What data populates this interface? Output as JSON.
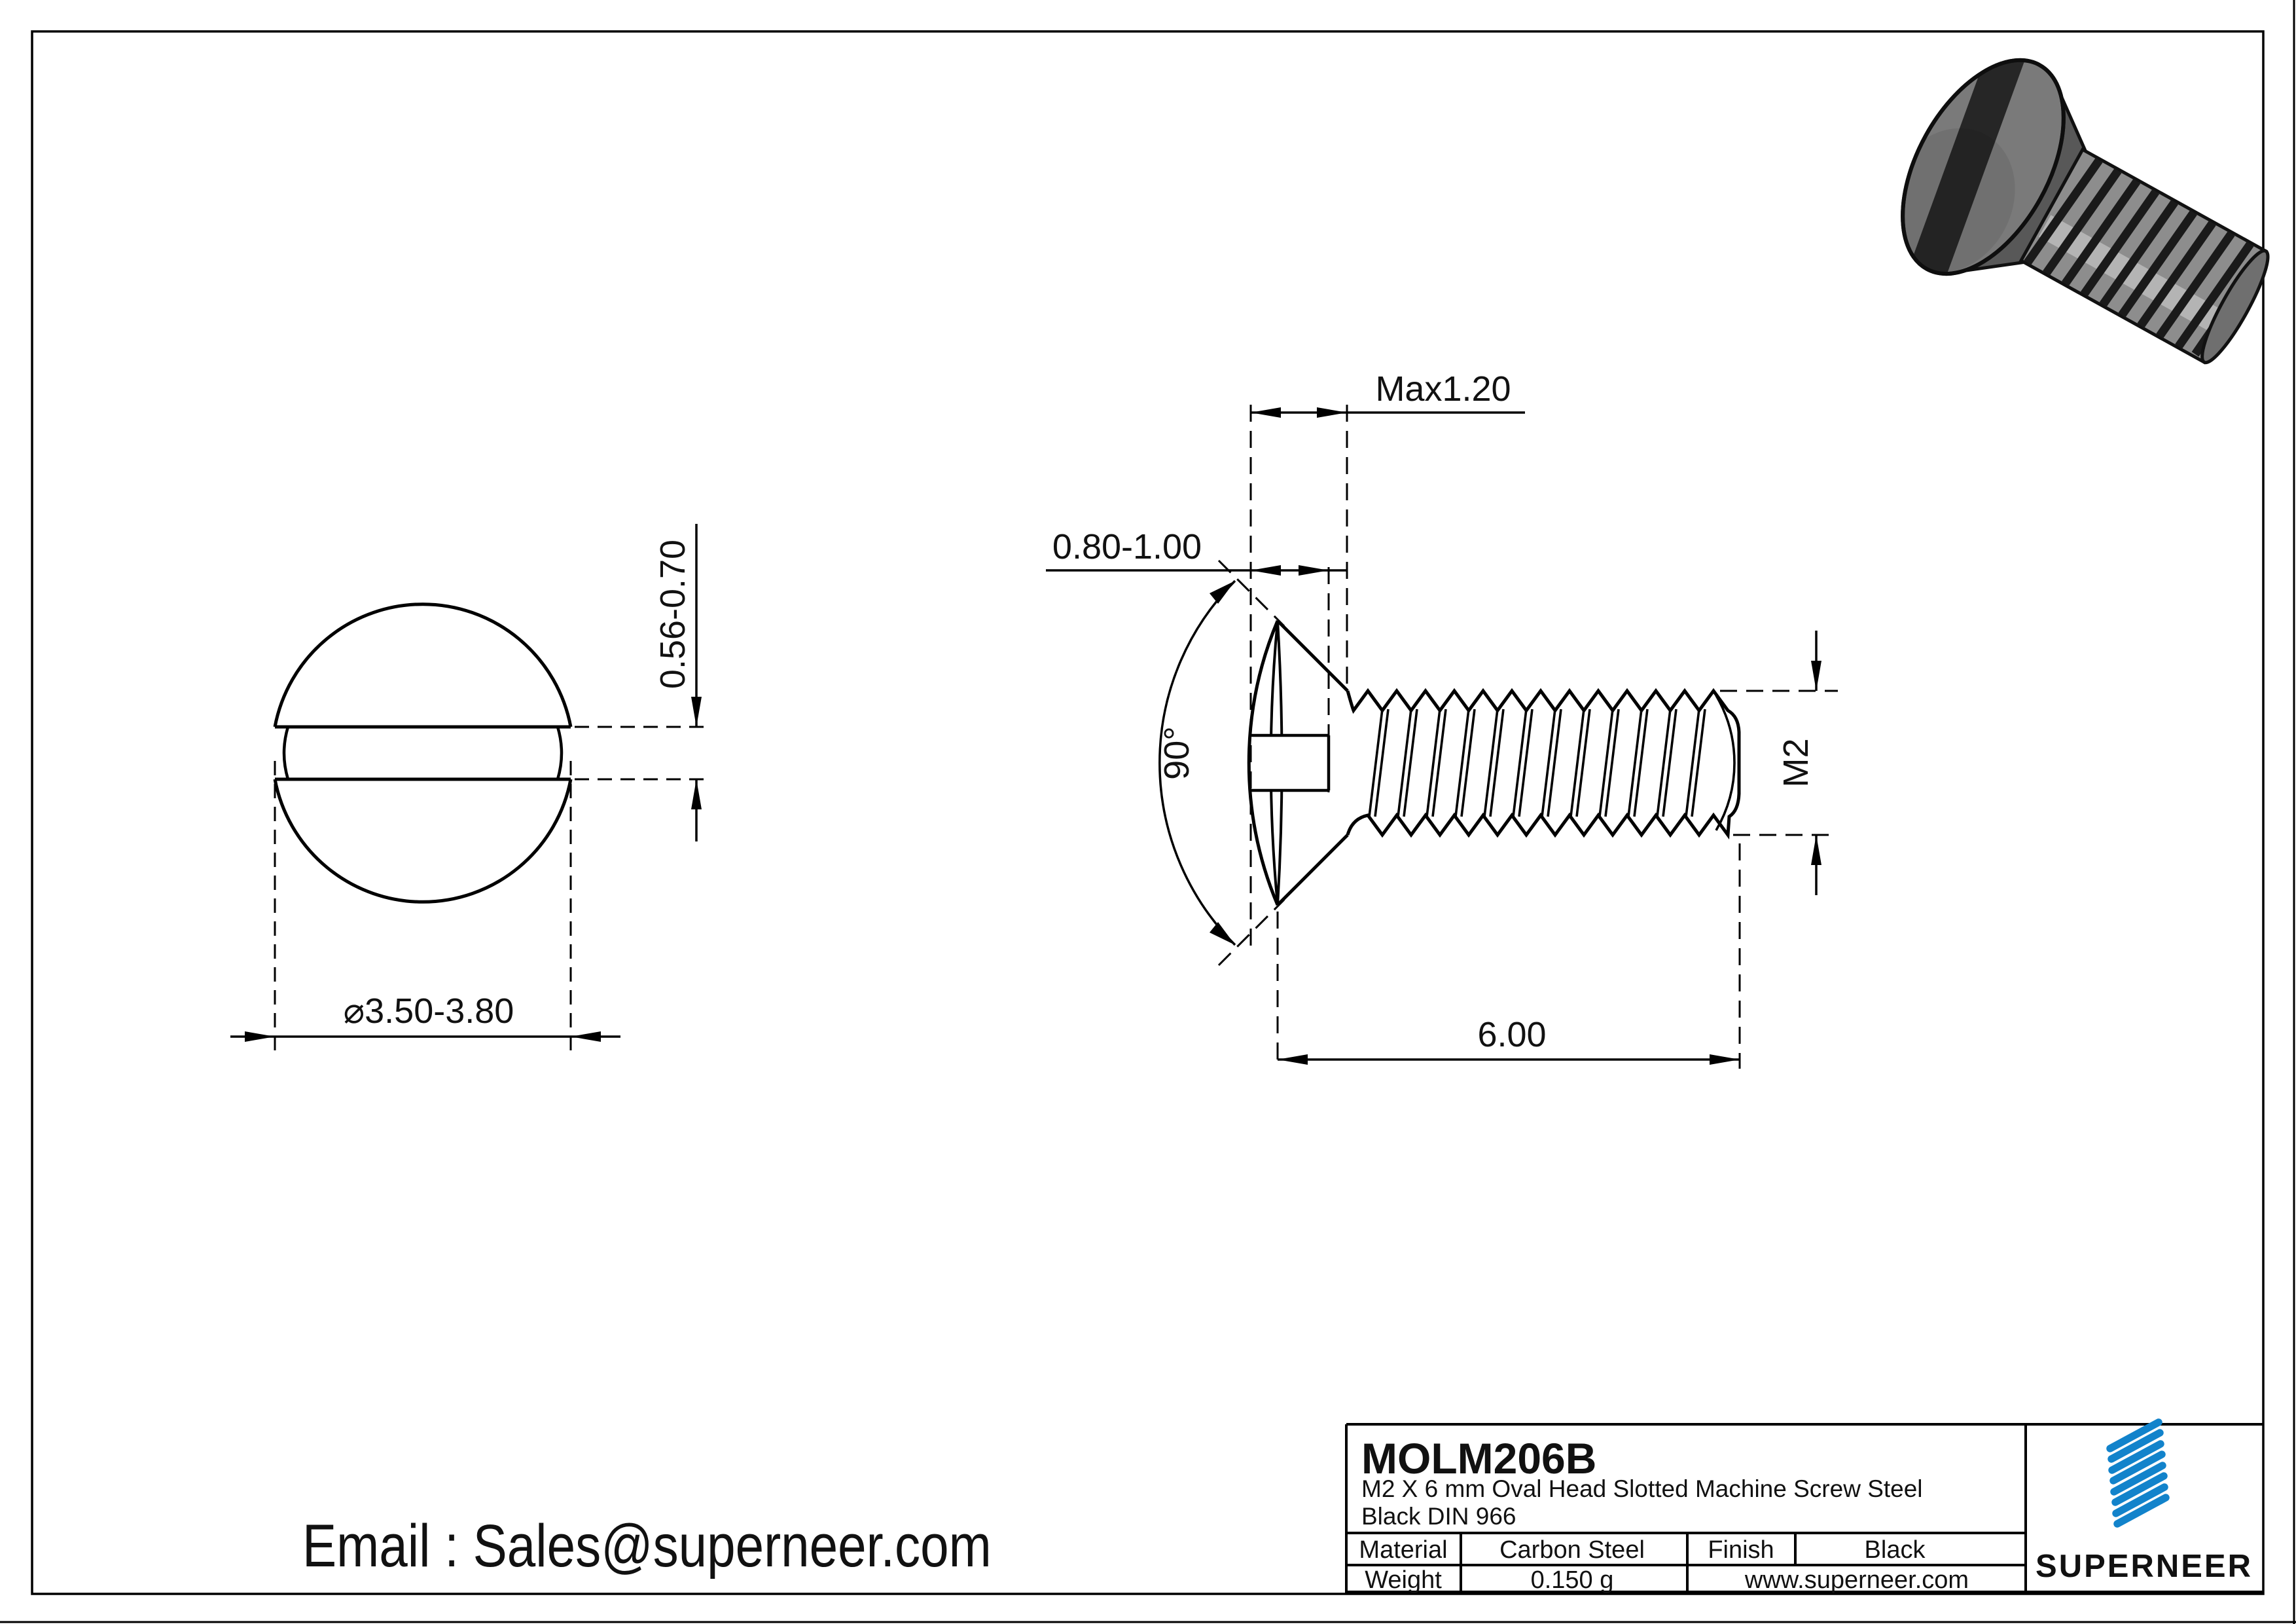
{
  "part": {
    "code": "MOLM206B",
    "description_line1": "M2 X 6 mm  Oval Head Slotted Machine Screw Steel",
    "description_line2": "Black DIN 966"
  },
  "title_block": {
    "material_label": "Material",
    "material_value": "Carbon Steel",
    "finish_label": "Finish",
    "finish_value": "Black",
    "weight_label": "Weight",
    "weight_value": "0.150 g",
    "website": "www.superneer.com"
  },
  "brand": {
    "name": "SUPERNEER",
    "logo_color": "#1283cb",
    "link_color": "#1b7fd2"
  },
  "contact": {
    "email_line": "Email : Sales@superneer.com"
  },
  "dimensions": {
    "slot_width": "0.56-0.70",
    "head_diameter": "⌀3.50-3.80",
    "head_height_max": "Max1.20",
    "slot_depth": "0.80-1.00",
    "cone_angle": "90°",
    "thread": "M2",
    "length": "6.00"
  }
}
